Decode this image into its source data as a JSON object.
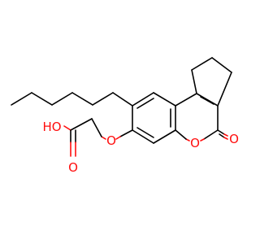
{
  "structure": {
    "atom_labels": {
      "acid_hydroxyl": "HO",
      "acid_carbonyl_oxygen": "O",
      "ether_oxygen": "O",
      "ring_oxygen": "O",
      "lactone_carbonyl_oxygen": "O"
    },
    "colors": {
      "bond": "#000000",
      "oxygen": "#ff0d0d"
    }
  }
}
